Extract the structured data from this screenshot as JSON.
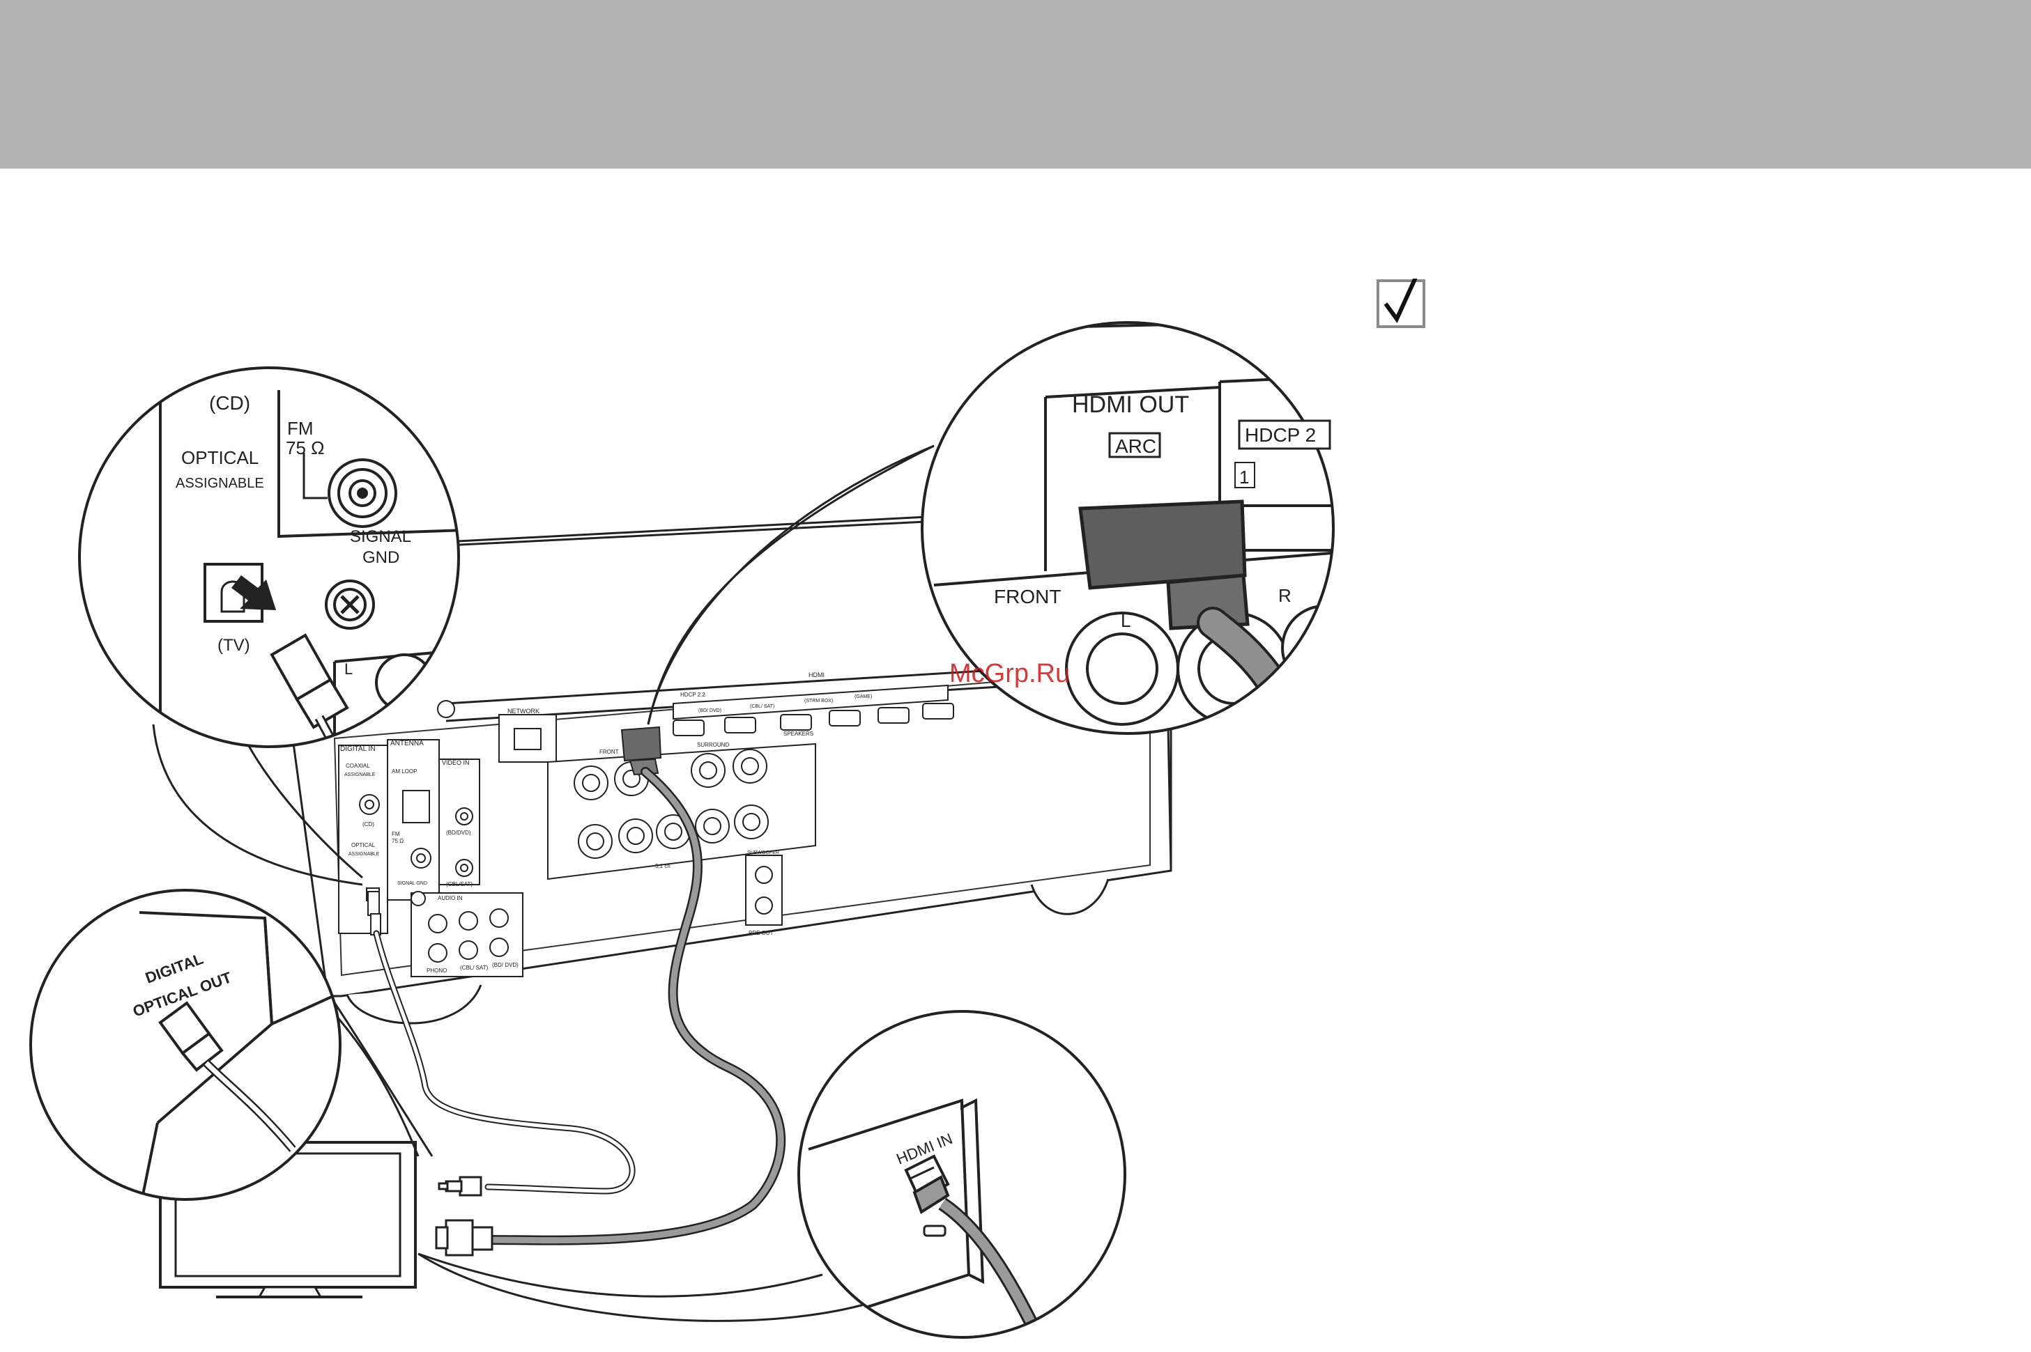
{
  "checkbox": {
    "icon": "check-mark-icon"
  },
  "zoom_optical": {
    "partial_top": "(CD)",
    "fm": "FM",
    "ohm": "75 Ω",
    "optical": "OPTICAL",
    "assignable": "ASSIGNABLE",
    "signal": "SIGNAL",
    "gnd": "GND",
    "tv": "(TV)",
    "l": "L"
  },
  "zoom_hdmi": {
    "hdmi_out": "HDMI  OUT",
    "arc": "ARC",
    "hdcp": "HDCP 2",
    "one": "1",
    "front": "FRONT",
    "l": "L",
    "r": "R"
  },
  "receiver": {
    "digital_in": "DIGITAL IN",
    "coaxial": "COAXIAL",
    "assignable": "ASSIGNABLE",
    "cd": "(CD)",
    "optical": "OPTICAL",
    "assignable2": "ASSIGNABLE",
    "antenna": "ANTENNA",
    "am_loop": "AM LOOP",
    "fm": "FM",
    "ohm": "75 Ω",
    "signal_gnd": "SIGNAL GND",
    "video_in": "VIDEO IN",
    "bd_dvd": "(BD/DVD)",
    "cbl_sat": "(CBL/SAT)",
    "audio_in": "AUDIO IN",
    "phono": "PHONO",
    "cbl_sat2": "(CBL/ SAT)",
    "bd_dvd2": "(BD/ DVD)",
    "network": "NETWORK",
    "hdmi": "HDMI",
    "hdcp": "HDCP 2.2",
    "bd_dvd3": "(BD/ DVD)",
    "cbl_sat3": "(CBL/ SAT)",
    "strm_box": "(STRM BOX)",
    "game": "(GAME)",
    "front": "FRONT",
    "surround": "SURROUND",
    "speakers": "SPEAKERS",
    "subwoofer": "SUBWOOFER",
    "pre_out": "PRE OUT",
    "ch": "5.1 ch"
  },
  "zoom_tv_optical": {
    "label_line1": "DIGITAL",
    "label_line2": "OPTICAL OUT"
  },
  "zoom_tv_hdmi": {
    "label": "HDMI IN"
  },
  "watermark": "McGrp.Ru",
  "colors": {
    "header_band": "#b2b2b2",
    "cable_hdmi": "#8f8f8f",
    "connector_dark": "#5e5e5e",
    "watermark": "#cc1a1a"
  }
}
